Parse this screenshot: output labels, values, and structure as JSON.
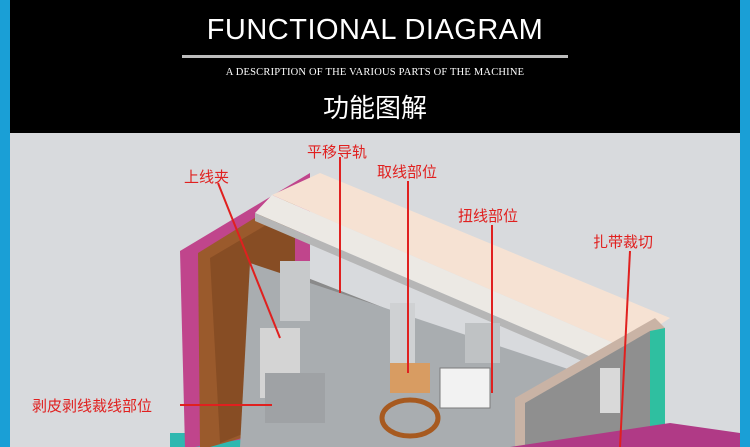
{
  "header": {
    "title": "FUNCTIONAL DIAGRAM",
    "subtitle": "A DESCRIPTION OF THE VARIOUS PARTS OF THE MACHINE",
    "title_cn": "功能图解"
  },
  "labels": {
    "upper_clamp": "上线夹",
    "translation_rail": "平移导轨",
    "wire_take": "取线部位",
    "wire_twist": "扭线部位",
    "tie_cut": "扎带裁切",
    "strip_cut": "剥皮剥线裁线部位"
  },
  "colors": {
    "frame_blue": "#1a9fd6",
    "header_black": "#000000",
    "label_red": "#e0201f",
    "panel_magenta": "#c0458c",
    "panel_copper": "#9a5a2c",
    "panel_peach": "#f6e2d3"
  }
}
